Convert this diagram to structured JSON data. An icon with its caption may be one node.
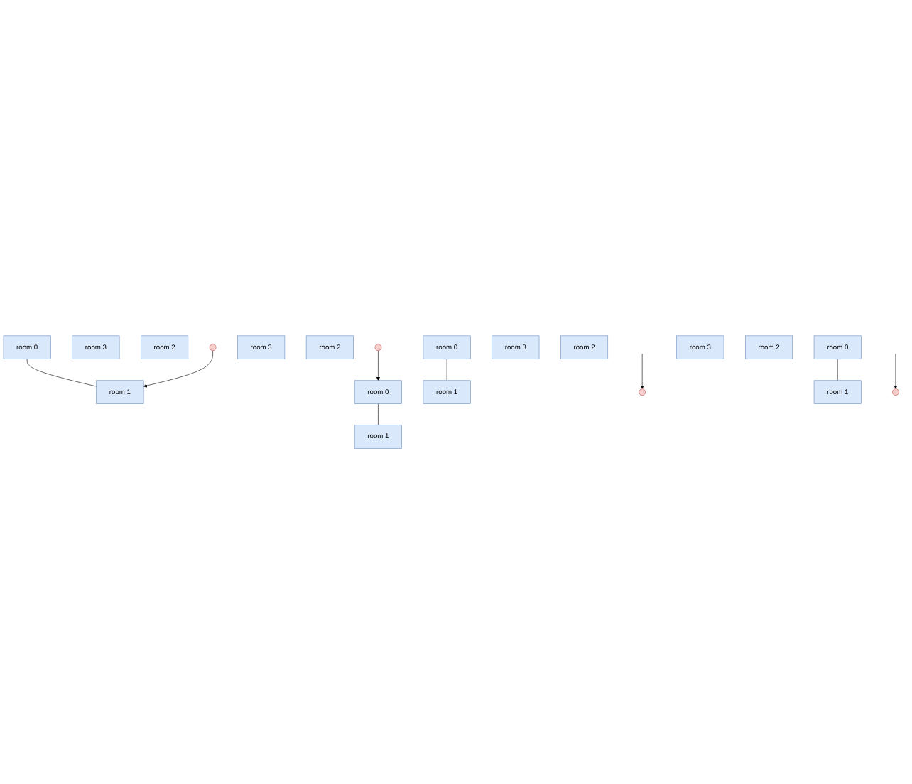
{
  "diagram": {
    "nodes": [
      {
        "text": [
          "room 0"
        ]
      },
      {
        "text": [
          "room 1"
        ]
      },
      {
        "text": [
          "room 3"
        ]
      },
      {
        "text": [
          "room 2"
        ]
      },
      {
        "text": [],
        "shape": "circle"
      },
      {
        "text": [
          "room 0"
        ]
      },
      {
        "text": [
          "room 1"
        ]
      },
      {
        "text": [
          "room 3"
        ]
      },
      {
        "text": [
          "room 2"
        ]
      },
      {
        "text": [],
        "shape": "circle"
      },
      {
        "text": [
          "room 0"
        ]
      },
      {
        "text": [
          "room 1"
        ]
      },
      {
        "text": [
          "room 3"
        ]
      },
      {
        "text": [
          "room 2"
        ]
      },
      {
        "text": [],
        "shape": "circle"
      },
      {
        "text": [
          "room 0"
        ]
      },
      {
        "text": [
          "room 1"
        ]
      },
      {
        "text": [
          "room 3"
        ]
      },
      {
        "text": [
          "room 2"
        ]
      },
      {
        "text": [],
        "shape": "circle"
      }
    ],
    "edges": [
      {
        "from": 0,
        "to": 1,
        "arrow": "none"
      },
      {
        "from": 4,
        "to": 1,
        "arrow": "to"
      },
      {
        "from": 5,
        "to": 6,
        "arrow": "none"
      },
      {
        "from": 9,
        "to": 5,
        "arrow": "to"
      },
      {
        "from": 10,
        "to": 11,
        "arrow": "none"
      },
      {
        "from": null,
        "to": 14,
        "arrow": "to"
      },
      {
        "from": 15,
        "to": 16,
        "arrow": "none"
      },
      {
        "from": null,
        "to": 19,
        "arrow": "to"
      }
    ]
  }
}
